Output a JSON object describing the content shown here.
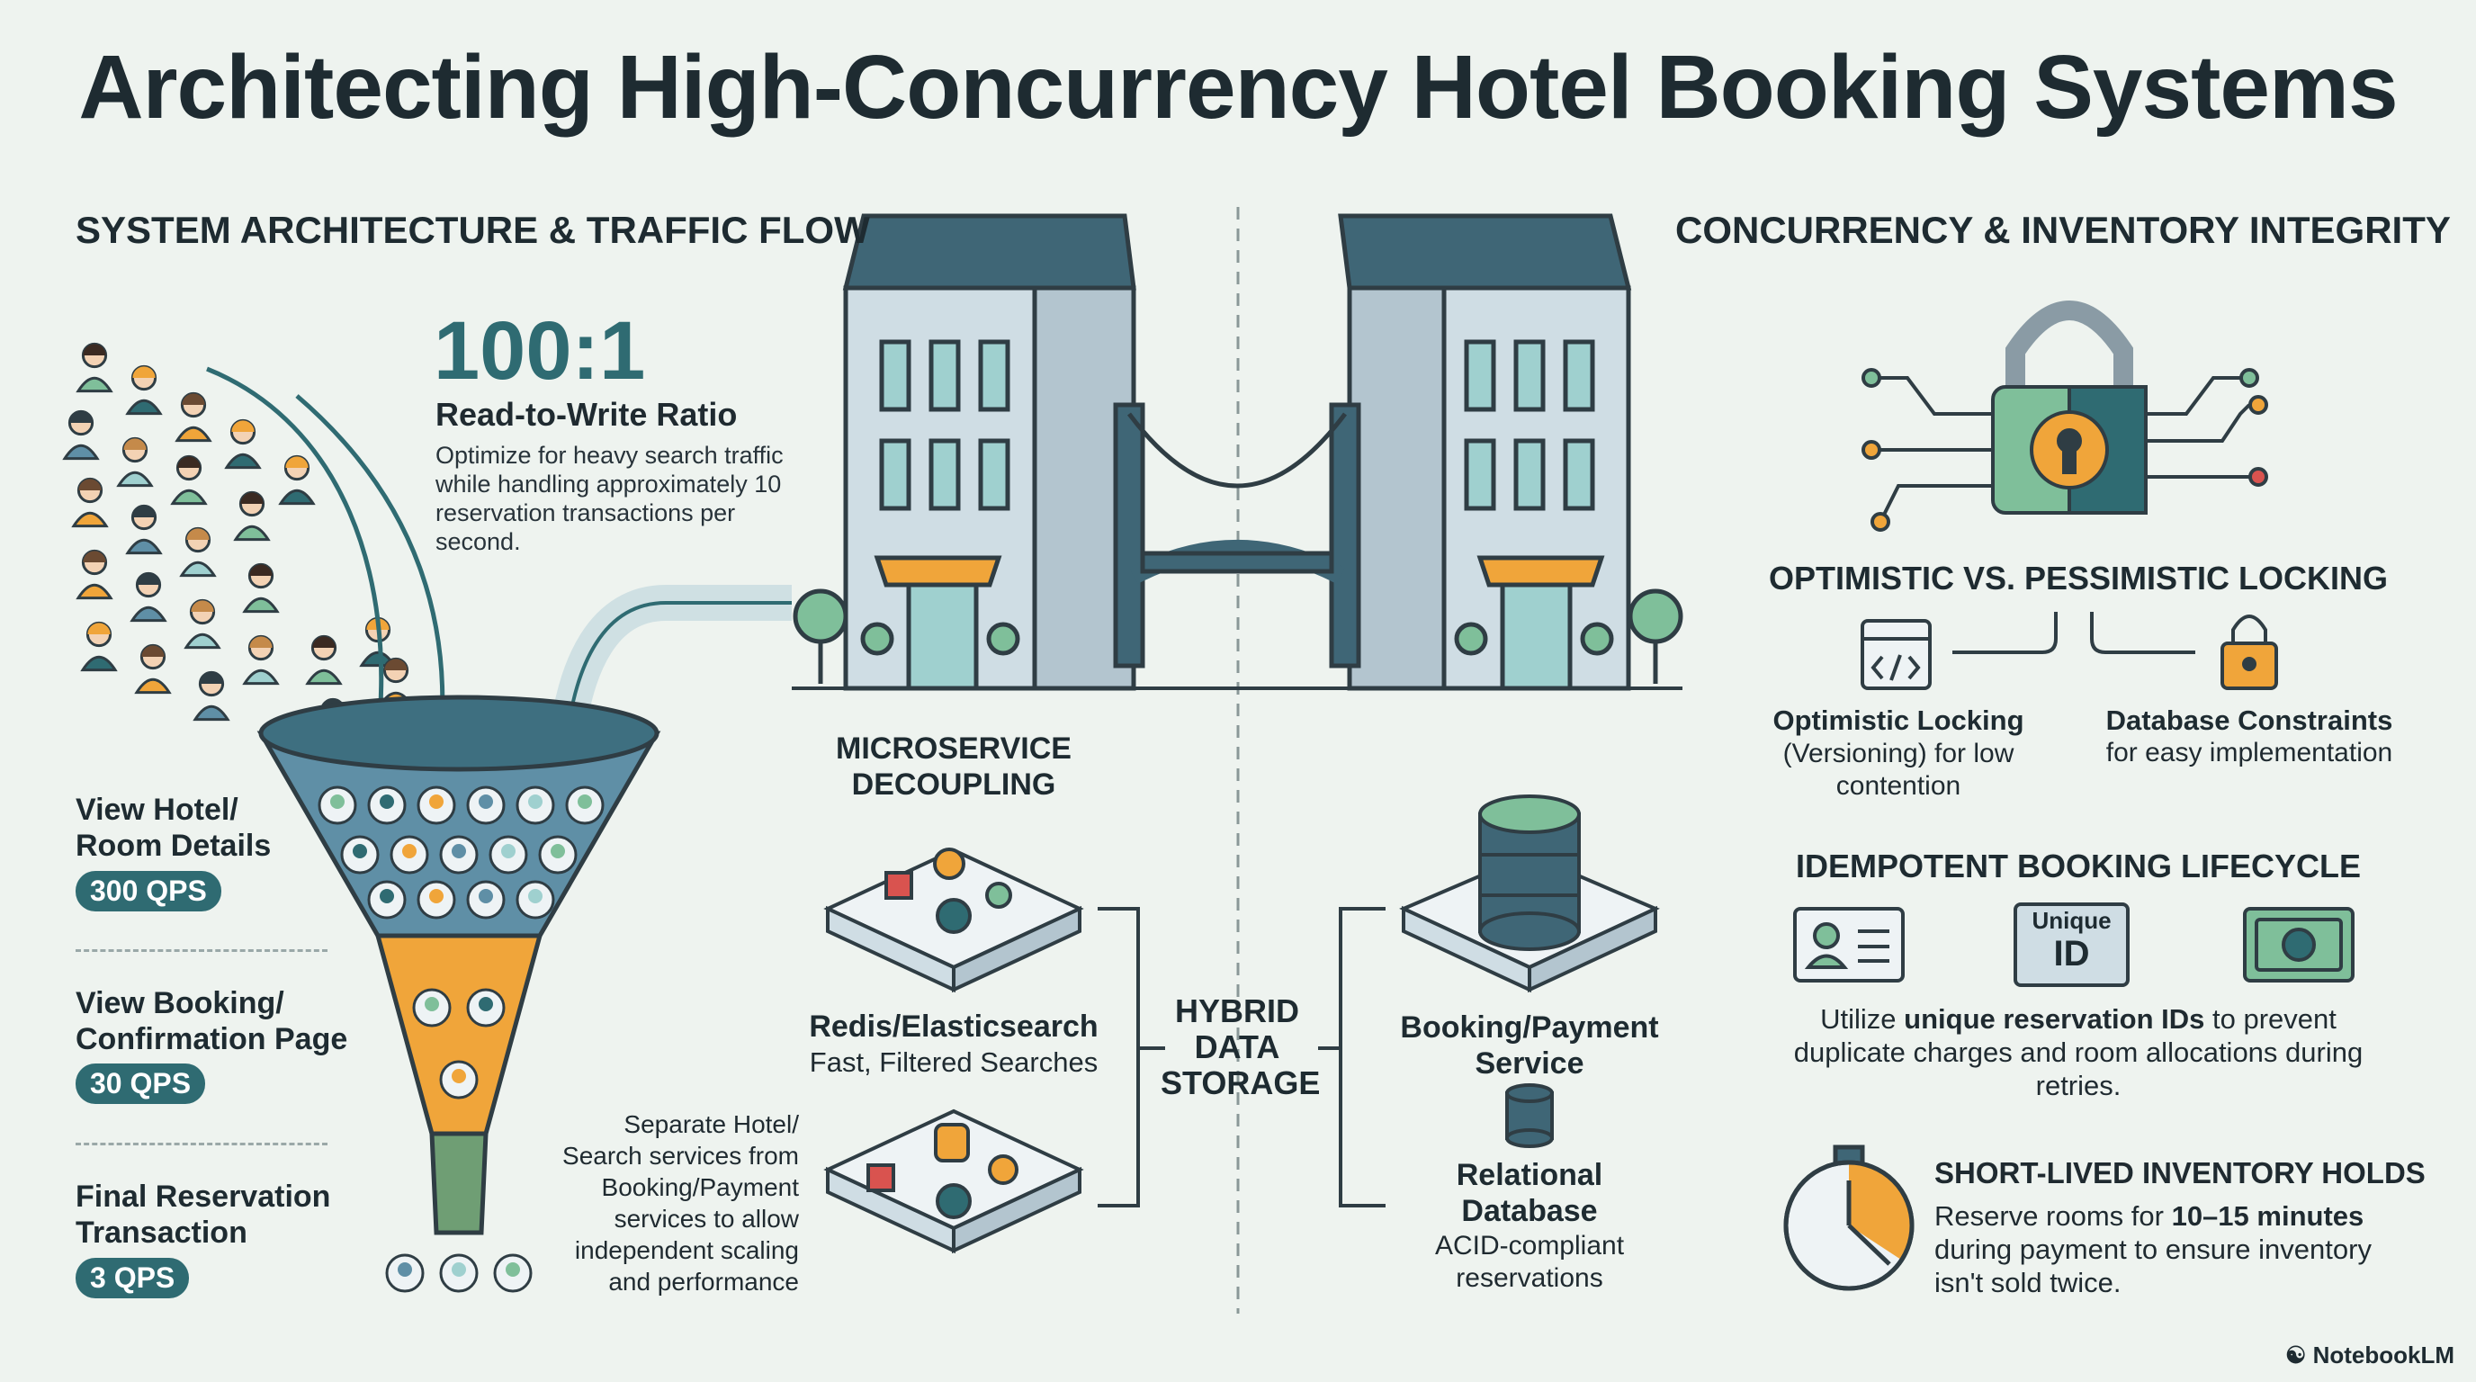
{
  "title": "Architecting High-Concurrency Hotel Booking Systems",
  "left": {
    "heading": "SYSTEM ARCHITECTURE & TRAFFIC FLOW",
    "ratio": "100:1",
    "ratio_label": "Read-to-Write Ratio",
    "ratio_desc": "Optimize for heavy search traffic while handling approximately 10 reservation transactions per second.",
    "stages": [
      {
        "label": "View Hotel/ Room Details",
        "qps": "300 QPS"
      },
      {
        "label": "View Booking/ Confirmation Page",
        "qps": "30 QPS"
      },
      {
        "label": "Final Reservation Transaction",
        "qps": "3 QPS"
      }
    ]
  },
  "middle": {
    "microservice": "MICROSERVICE DECOUPLING",
    "redis_title": "Redis/Elasticsearch",
    "redis_desc": "Fast, Filtered Searches",
    "separate_desc": "Separate Hotel/ Search services from Booking/Payment services to allow independent scaling and performance",
    "hybrid": "HYBRID DATA STORAGE",
    "booking_service": "Booking/Payment Service",
    "relational_title": "Relational Database",
    "relational_desc": "ACID-compliant reservations"
  },
  "right": {
    "heading": "CONCURRENCY & INVENTORY INTEGRITY",
    "locking_title": "OPTIMISTIC VS. PESSIMISTIC LOCKING",
    "optimistic_title": "Optimistic Locking",
    "optimistic_desc": "(Versioning) for low contention",
    "constraints_title": "Database Constraints",
    "constraints_desc": "for easy implementation",
    "idempotent_title": "IDEMPOTENT BOOKING LIFECYCLE",
    "unique_small": "Unique",
    "unique_big": "ID",
    "idem_pre": "Utilize ",
    "idem_bold": "unique reservation IDs",
    "idem_post": " to prevent duplicate charges and room allocations during retries.",
    "holds_title": "SHORT-LIVED INVENTORY HOLDS",
    "holds_pre": "Reserve rooms for ",
    "holds_bold": "10–15 minutes",
    "holds_post": " during payment to ensure inventory isn't sold twice."
  },
  "brand": "NotebookLM",
  "colors": {
    "teal": "#2f6b72",
    "orange": "#f0a53a",
    "green": "#7fbf9a",
    "navy": "#1e2b31"
  }
}
